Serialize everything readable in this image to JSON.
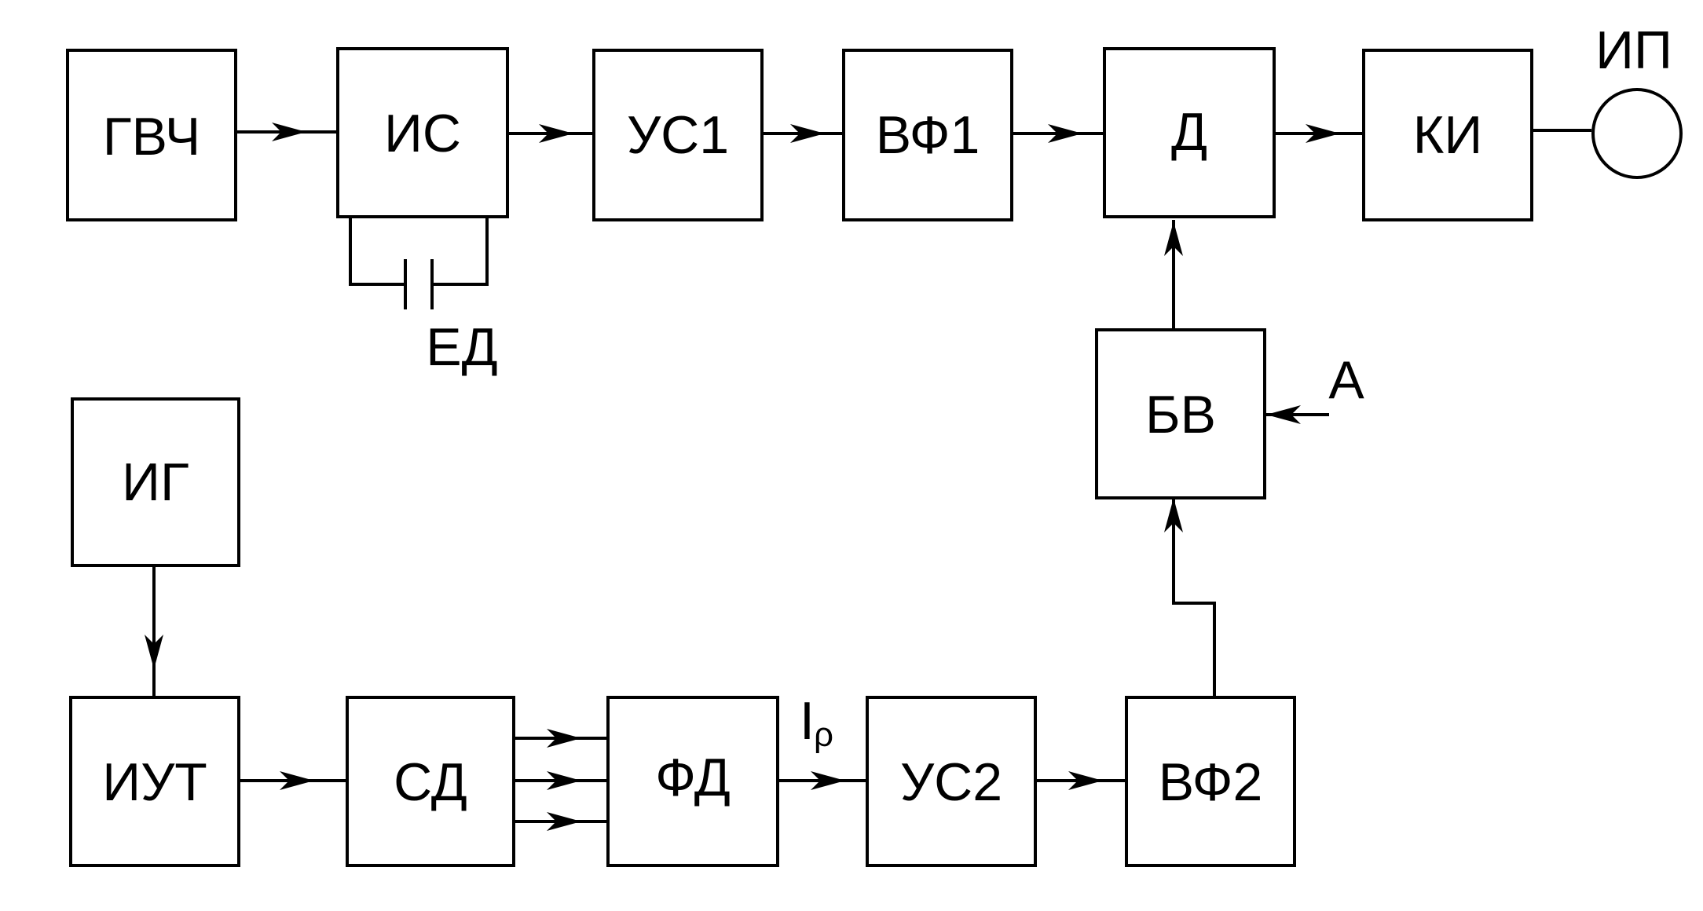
{
  "blocks": {
    "gvch": "ГВЧ",
    "is": "ИС",
    "us1": "УС1",
    "vf1": "ВФ1",
    "d": "Д",
    "ki": "КИ",
    "bv": "БВ",
    "ig": "ИГ",
    "iut": "ИУТ",
    "sd": "СД",
    "fd": "ФД",
    "us2": "УС2",
    "vf2": "ВФ2"
  },
  "labels": {
    "ip": "ИП",
    "ed": "ЕД",
    "a": "А",
    "i_main": "I",
    "i_sub": "ρ"
  }
}
